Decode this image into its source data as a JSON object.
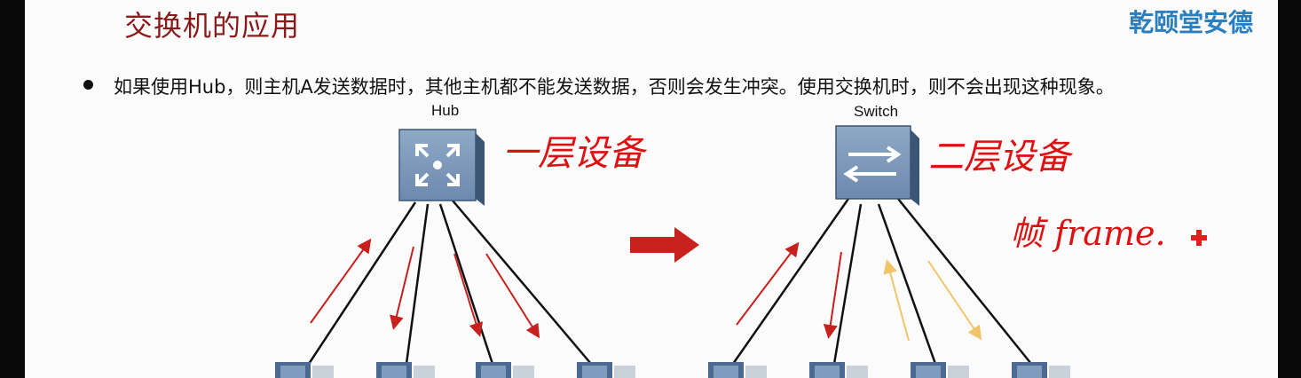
{
  "slide": {
    "title": "交换机的应用",
    "logo": "乾颐堂安德",
    "bullet": "如果使用Hub，则主机A发送数据时，其他主机都不能发送数据，否则会发生冲突。使用交换机时，则不会出现这种现象。"
  },
  "diagram": {
    "hub_label": "Hub",
    "switch_label": "Switch",
    "annotations": {
      "hub_note": "一层设备",
      "switch_note": "二层设备",
      "frame_note": "帧 frame."
    },
    "colors": {
      "arrow_red": "#c8201c",
      "arrow_yellow": "#f2c46a",
      "device_blue": "#4a6a92",
      "title_red": "#8b1a1a",
      "logo_blue": "#2a7fc1"
    }
  }
}
